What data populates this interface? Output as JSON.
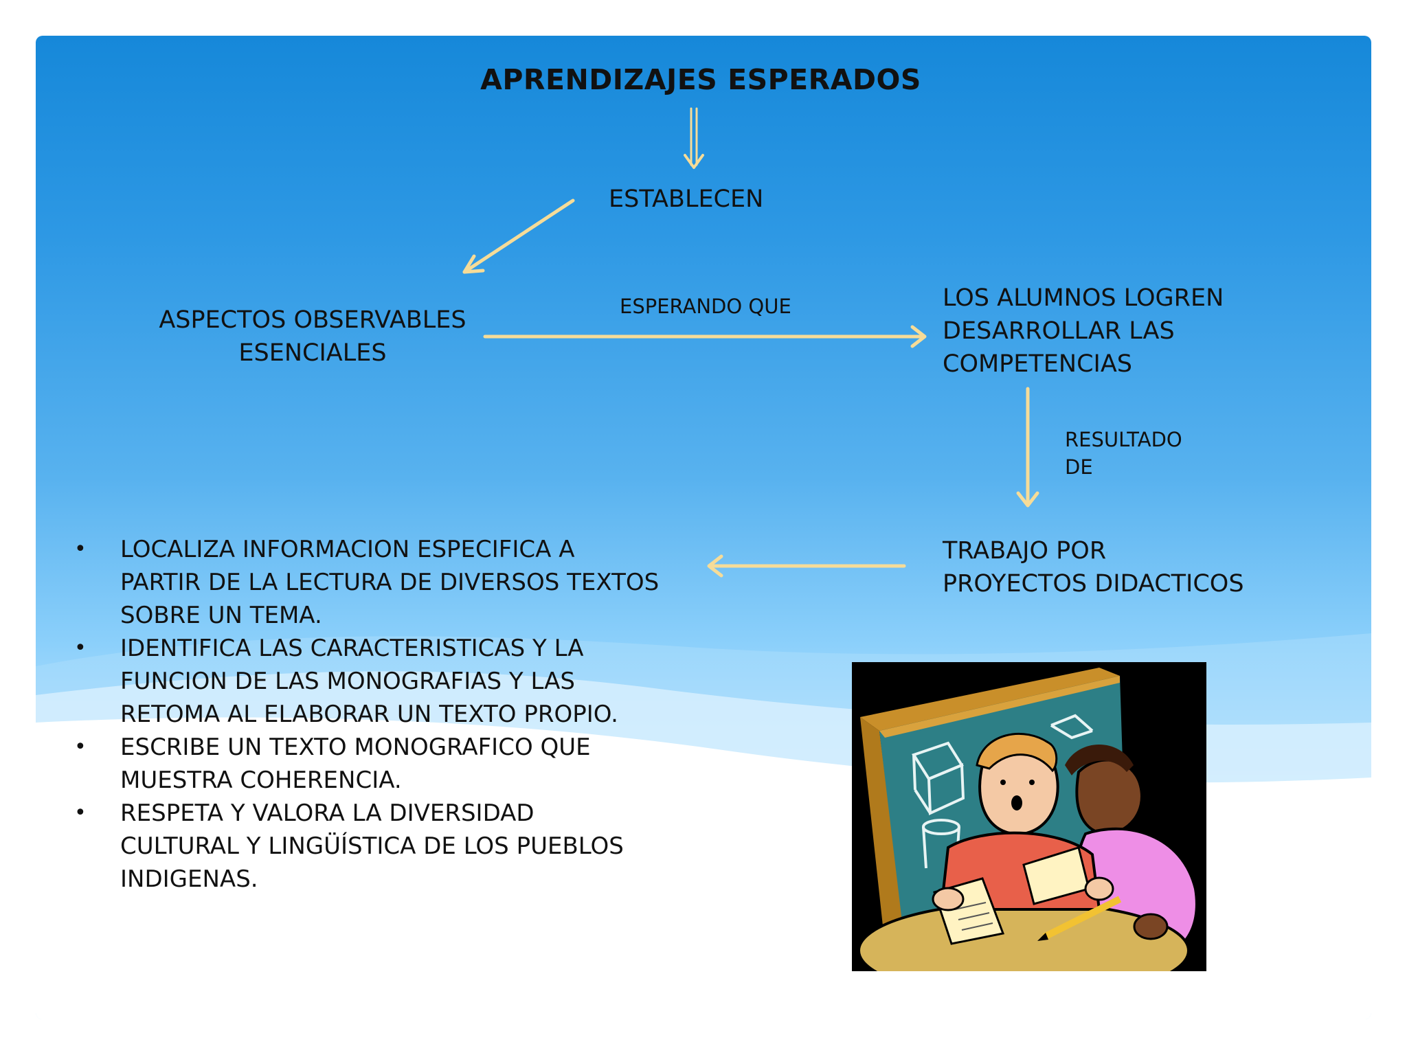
{
  "title": "APRENDIZAJES ESPERADOS",
  "nodes": {
    "establecen": "ESTABLECEN",
    "aspectos_line1": "ASPECTOS OBSERVABLES",
    "aspectos_line2": "ESENCIALES",
    "alumnos_line1": "LOS ALUMNOS LOGREN",
    "alumnos_line2": "DESARROLLAR LAS",
    "alumnos_line3": "COMPETENCIAS",
    "trabajo_line1": "TRABAJO POR",
    "trabajo_line2": "PROYECTOS DIDACTICOS"
  },
  "connectors": {
    "esperando_que": "ESPERANDO QUE",
    "resultado_line1": "RESULTADO",
    "resultado_line2": "DE"
  },
  "bullet_symbol": "•",
  "bullets": [
    [
      "LOCALIZA INFORMACION ESPECIFICA A",
      "PARTIR DE LA LECTURA DE DIVERSOS TEXTOS",
      "SOBRE UN TEMA."
    ],
    [
      "IDENTIFICA LAS CARACTERISTICAS Y LA",
      "FUNCION DE LAS MONOGRAFIAS Y LAS",
      "RETOMA AL ELABORAR UN TEXTO PROPIO."
    ],
    [
      "ESCRIBE UN TEXTO MONOGRAFICO QUE",
      "MUESTRA COHERENCIA."
    ],
    [
      "RESPETA Y VALORA LA DIVERSIDAD",
      "CULTURAL Y LINGÜÍSTICA DE LOS PUEBLOS",
      "INDIGENAS."
    ]
  ],
  "colors": {
    "arrow": "#f6dc98",
    "text": "#111111"
  },
  "icons": {
    "clipart": "students-at-chalkboard-clipart"
  }
}
